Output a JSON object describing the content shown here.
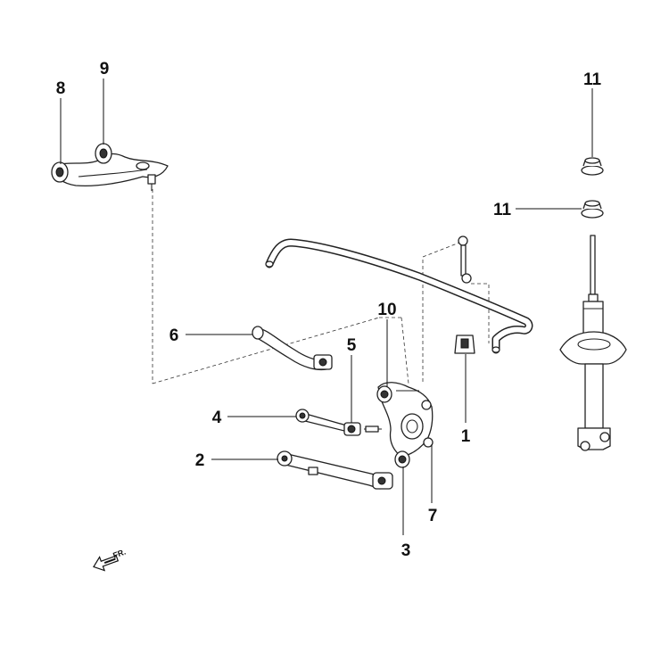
{
  "callouts": [
    {
      "id": "1",
      "part": "stabilizer-bushing"
    },
    {
      "id": "2",
      "part": "lower-arm"
    },
    {
      "id": "3",
      "part": "knuckle-bushing"
    },
    {
      "id": "4",
      "part": "toe-control-arm"
    },
    {
      "id": "5",
      "part": "arm-bushing"
    },
    {
      "id": "6",
      "part": "trailing-arm"
    },
    {
      "id": "7",
      "part": "rear-knuckle"
    },
    {
      "id": "8",
      "part": "upper-arm-front-bushing"
    },
    {
      "id": "9",
      "part": "upper-arm-rear-bushing"
    },
    {
      "id": "10",
      "part": "knuckle-upper-bushing"
    },
    {
      "id": "11",
      "part": "shock-mount-rubber"
    }
  ],
  "labels": {
    "c1": "1",
    "c2": "2",
    "c3": "3",
    "c4": "4",
    "c5": "5",
    "c6": "6",
    "c7": "7",
    "c8": "8",
    "c9": "9",
    "c10": "10",
    "c11a": "11",
    "c11b": "11",
    "front": "FR."
  },
  "icons": {
    "front_direction": "arrow-left-icon"
  },
  "colors": {
    "line": "#111111",
    "background": "#ffffff"
  }
}
